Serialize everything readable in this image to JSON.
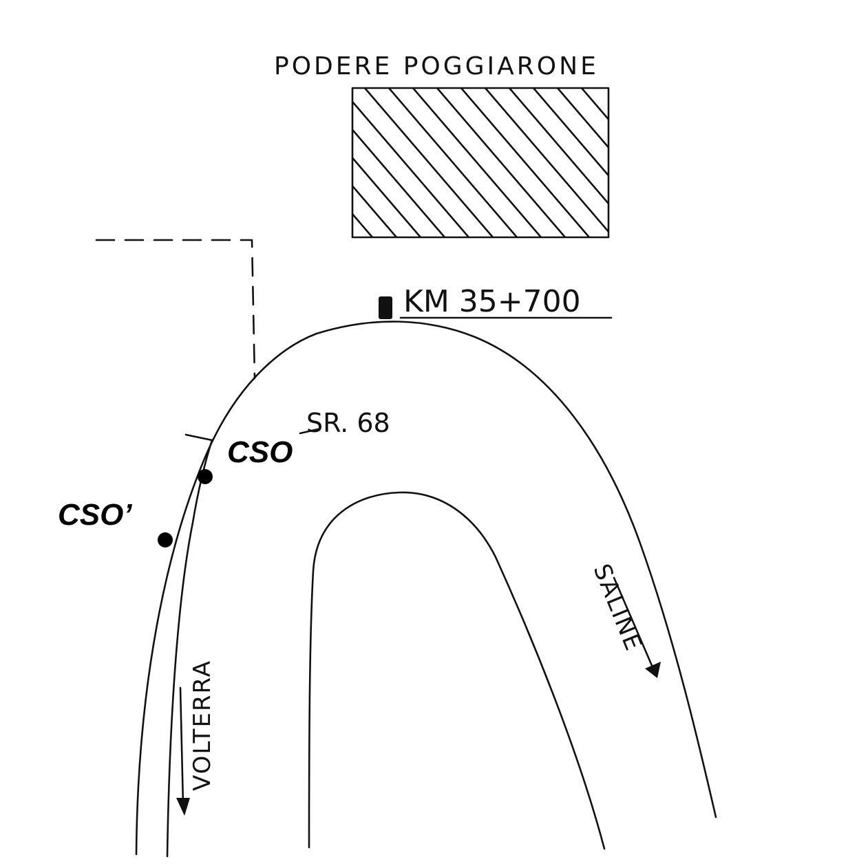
{
  "labels": {
    "farm_name": "PODERE POGGIARONE",
    "km_marker": "KM 35+700",
    "road_name": "SR. 68",
    "cso": "CSO",
    "cso_prime": "CSO’",
    "direction_left": "VOLTERRA",
    "direction_right": "SALINE"
  },
  "colors": {
    "ink": "#111111",
    "background": "#ffffff"
  }
}
